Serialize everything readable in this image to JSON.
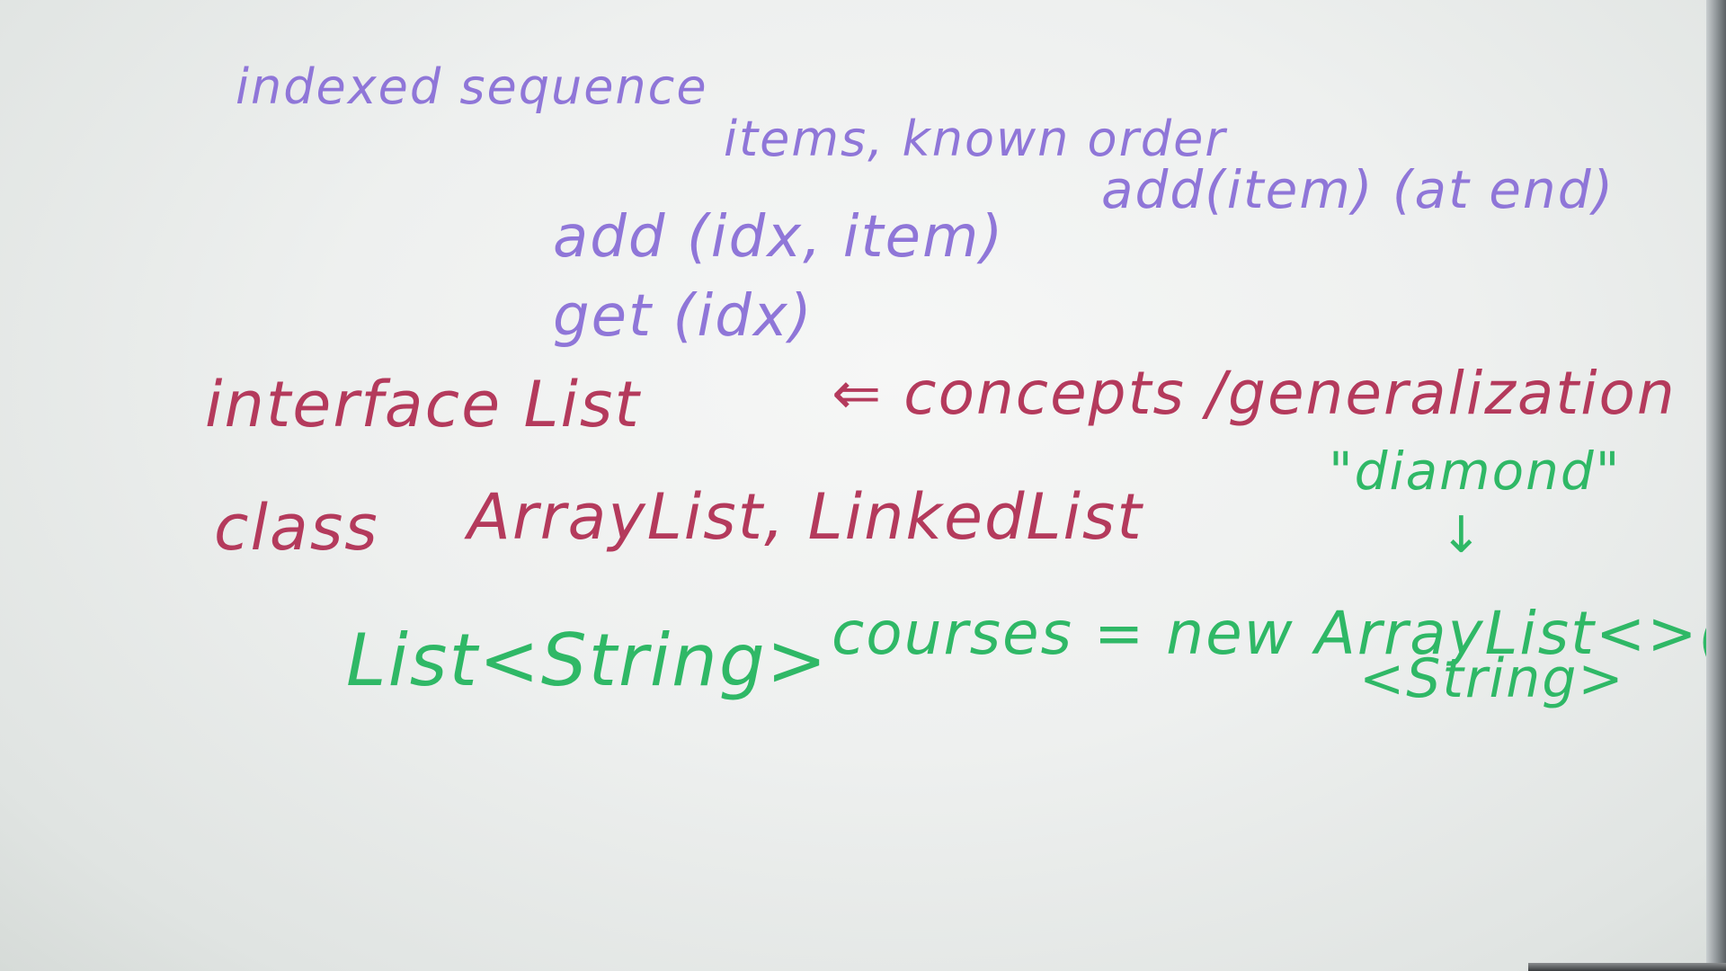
{
  "whiteboard": {
    "lines": {
      "indexed_sequence": "indexed sequence",
      "items_known_order": "items, known order",
      "add_idx_item": "add (idx, item)",
      "add_item_at_end": "add(item) (at end)",
      "get_idx": "get (idx)",
      "interface_list": "interface List",
      "concepts_generalization": "⇐ concepts /generalization",
      "class_label": "class",
      "arraylist_linkedlist": "ArrayList, LinkedList",
      "diamond": "\"diamond\"",
      "declaration_type": "List<String>",
      "declaration_rest": "courses = new ArrayList<>();",
      "inferred_type": "<String>"
    },
    "glyphs": {
      "down_arrow": "↓"
    },
    "colors": {
      "purple_marker": "#8f76d8",
      "red_marker": "#b43a5c",
      "green_marker": "#2fb866",
      "board": "#eef0ef"
    }
  }
}
